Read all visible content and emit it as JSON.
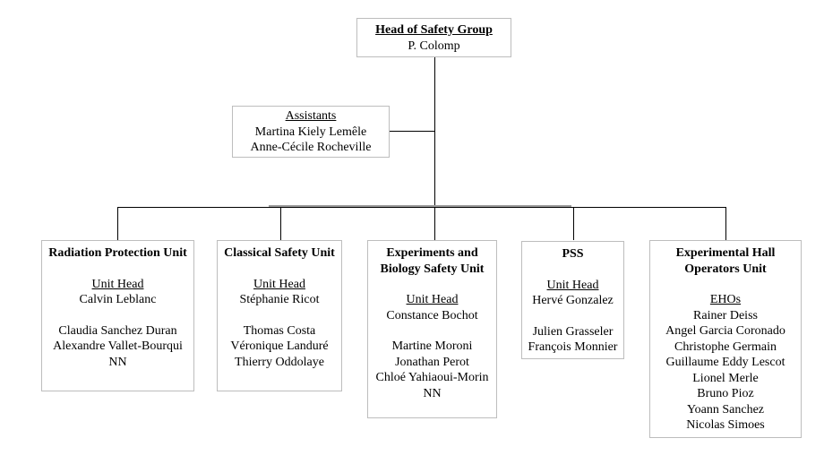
{
  "colors": {
    "connector": "#000000",
    "bus_overlap_gray": "#9a9a9a",
    "box_border": "#bdbdbd",
    "text": "#000000",
    "background": "#ffffff"
  },
  "root": {
    "title": "Head of Safety Group",
    "name": "P. Colomp"
  },
  "assistants": {
    "title": "Assistants",
    "names": [
      "Martina Kiely Lemêle",
      "Anne-Cécile Rocheville"
    ]
  },
  "units": [
    {
      "title": "Radiation Protection Unit",
      "head_label": "Unit Head",
      "heads": [
        "Calvin Leblanc"
      ],
      "members": [
        "Claudia Sanchez Duran",
        "Alexandre Vallet-Bourqui",
        "NN"
      ]
    },
    {
      "title": "Classical Safety Unit",
      "head_label": "Unit Head",
      "heads": [
        "Stéphanie Ricot"
      ],
      "members": [
        "Thomas Costa",
        "Véronique Landuré",
        "Thierry Oddolaye"
      ]
    },
    {
      "title": "Experiments and\nBiology Safety Unit",
      "head_label": "Unit Head",
      "heads": [
        "Constance Bochot"
      ],
      "members": [
        "Martine Moroni",
        "Jonathan Perot",
        "Chloé Yahiaoui-Morin",
        "NN"
      ]
    },
    {
      "title": "PSS",
      "head_label": "Unit Head",
      "heads": [
        "Hervé Gonzalez"
      ],
      "members": [
        "Julien Grasseler",
        "François Monnier"
      ]
    },
    {
      "title": "Experimental Hall\nOperators Unit",
      "head_label": "EHOs",
      "heads": [],
      "members": [
        "Rainer Deiss",
        "Angel Garcia Coronado",
        "Christophe Germain",
        "Guillaume Eddy Lescot",
        "Lionel Merle",
        "Bruno Pioz",
        "Yoann Sanchez",
        "Nicolas Simoes"
      ]
    }
  ]
}
